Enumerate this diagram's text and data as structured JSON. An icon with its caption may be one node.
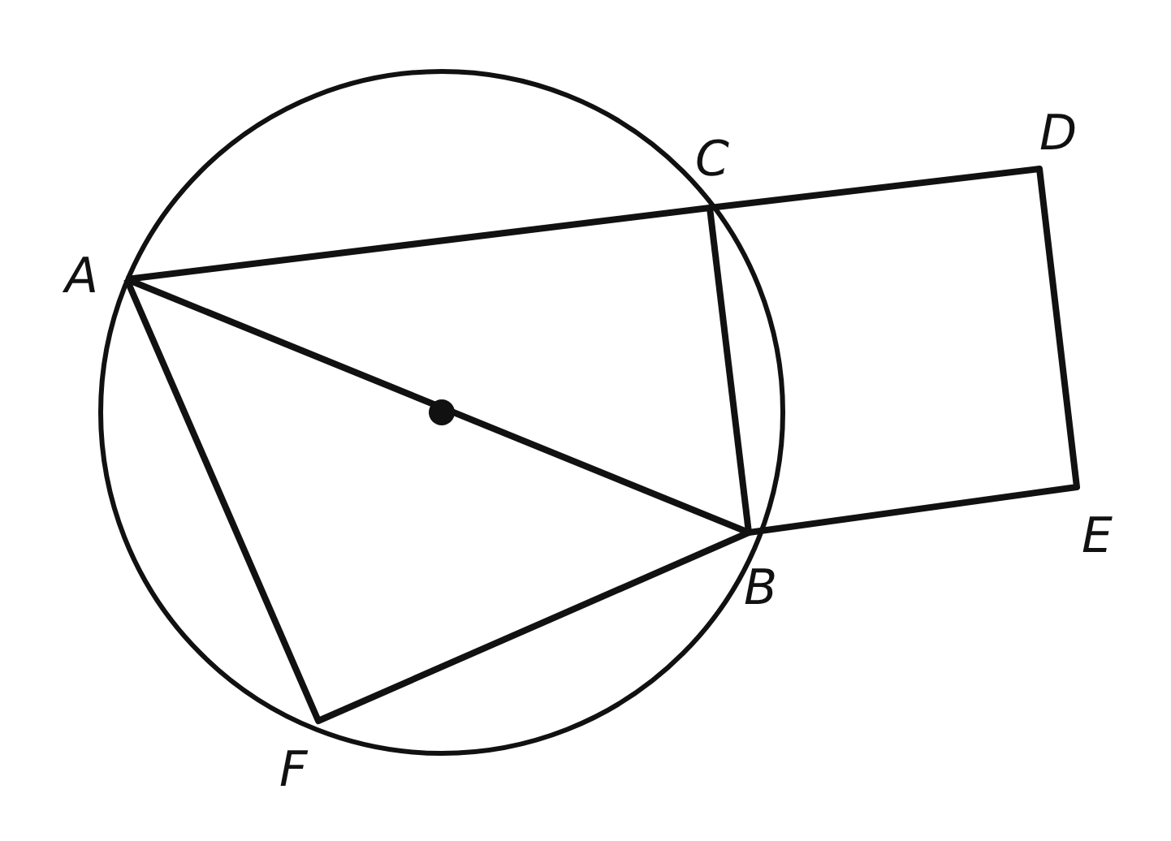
{
  "diagram": {
    "labels": [
      "A",
      "C",
      "D",
      "B",
      "E",
      "F"
    ]
  }
}
